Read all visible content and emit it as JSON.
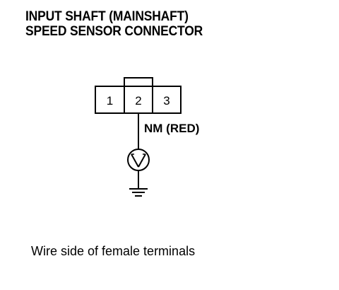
{
  "title": {
    "line1": "INPUT SHAFT (MAINSHAFT)",
    "line2": "SPEED SENSOR CONNECTOR"
  },
  "connector": {
    "terminals": [
      "1",
      "2",
      "3"
    ]
  },
  "wire": {
    "label": "NM (RED)"
  },
  "meter": {
    "symbol": "V"
  },
  "caption": "Wire side of female terminals"
}
